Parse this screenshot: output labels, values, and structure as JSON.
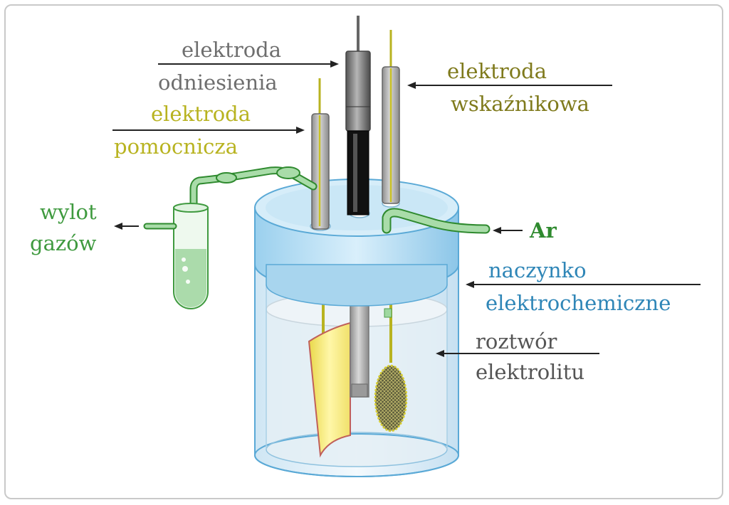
{
  "labels": {
    "reference_line1": "elektroda",
    "reference_line2": "odniesienia",
    "indicator_line1": "elektroda",
    "indicator_line2": "wskaźnikowa",
    "auxiliary_line1": "elektroda",
    "auxiliary_line2": "pomocnicza",
    "gas_outlet_line1": "wylot",
    "gas_outlet_line2": "gazów",
    "argon": "Ar",
    "vessel_line1": "naczynko",
    "vessel_line2": "elektrochemiczne",
    "solution_line1": "roztwór",
    "solution_line2": "elektrolitu"
  },
  "colors": {
    "reference": "#6e6e6e",
    "indicator": "#7f7a1c",
    "auxiliary": "#b8b320",
    "gas": "#3f9a3f",
    "argon": "#2f8a2f",
    "vessel": "#2f86b7",
    "solution": "#555555"
  }
}
